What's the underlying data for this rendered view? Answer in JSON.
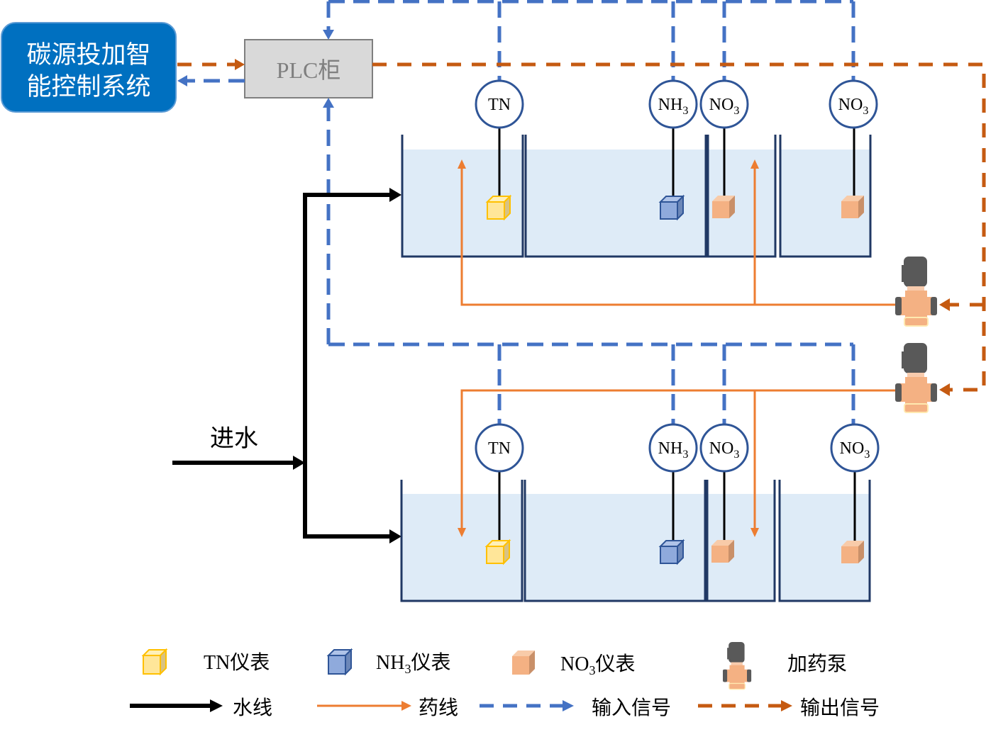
{
  "control_system": {
    "line1": "碳源投加智",
    "line2": "能控制系统"
  },
  "plc_cabinet": {
    "label": "PLC柜"
  },
  "inlet": {
    "label": "进水"
  },
  "tank_trains": [
    {
      "sensors": [
        {
          "type": "TN",
          "text": "TN",
          "sub": ""
        },
        {
          "type": "NH3",
          "text": "NH",
          "sub": "3"
        },
        {
          "type": "NO3",
          "text": "NO",
          "sub": "3"
        },
        {
          "type": "NO3",
          "text": "NO",
          "sub": "3"
        }
      ]
    },
    {
      "sensors": [
        {
          "type": "TN",
          "text": "TN",
          "sub": ""
        },
        {
          "type": "NH3",
          "text": "NH",
          "sub": "3"
        },
        {
          "type": "NO3",
          "text": "NO",
          "sub": "3"
        },
        {
          "type": "NO3",
          "text": "NO",
          "sub": "3"
        }
      ]
    }
  ],
  "legend": {
    "items": [
      {
        "symbol": "yellow-cube",
        "label": "TN仪表"
      },
      {
        "symbol": "blue-cube",
        "label_main": "NH",
        "label_sub": "3",
        "label_suffix": "仪表"
      },
      {
        "symbol": "orange-cube",
        "label_main": "NO",
        "label_sub": "3",
        "label_suffix": "仪表"
      },
      {
        "symbol": "dosing-pump",
        "label": "加药泵"
      },
      {
        "symbol": "black-solid-arrow",
        "label": "水线"
      },
      {
        "symbol": "orange-solid-arrow",
        "label": "药线"
      },
      {
        "symbol": "blue-dashed-arrow",
        "label": "输入信号"
      },
      {
        "symbol": "orange-dashed-arrow",
        "label": "输出信号"
      }
    ]
  },
  "colors": {
    "control_box_fill": "#0070C0",
    "plc_fill": "#D9D9D9",
    "input_signal": "#4472C4",
    "output_signal": "#C55A11",
    "dosing_line": "#ED7D31",
    "water_line": "#000000",
    "tank_wall": "#203864",
    "water": "#DEEBF7",
    "sensor_ring": "#2F5597",
    "tn_cube": "#FFE699",
    "nh3_cube": "#8FAADC",
    "no3_cube": "#F4B183",
    "pump_motor": "#595959",
    "pump_body": "#F4B183"
  }
}
